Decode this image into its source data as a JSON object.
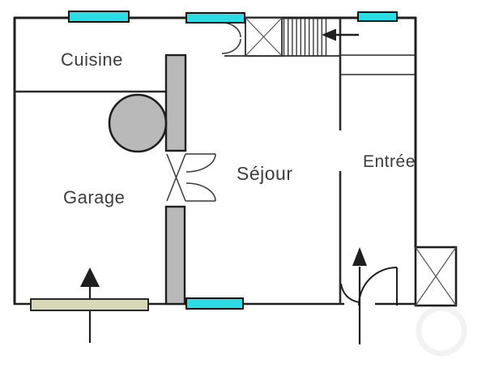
{
  "plan": {
    "kind_label": "floor-plan",
    "rooms": {
      "cuisine": {
        "label": "Cuisine"
      },
      "garage": {
        "label": "Garage"
      },
      "sejour": {
        "label": "Séjour"
      },
      "entree": {
        "label": "Entrée"
      }
    },
    "symbols": [
      "window-icon",
      "staircase-hatch-icon",
      "stair-direction-arrow-icon",
      "shaft-x-box-icon",
      "door-swing-icon",
      "double-swing-door-icon",
      "casement-window-icon",
      "round-fixture-icon",
      "garage-door-icon",
      "entrance-arrow-icon",
      "garage-arrow-icon"
    ]
  },
  "colors": {
    "wall_line": "#1f1f1f",
    "thin_line": "#2b2b2b",
    "window_fill": "#2bdce4",
    "interior_wall_fill": "#b9b9b9",
    "fixture_fill": "#b9b9b9",
    "garage_door_fill": "#d6d8b7",
    "label_text": "#3d3d3d",
    "background": "#ffffff",
    "watermark": "rgba(0,0,0,0.05)"
  }
}
